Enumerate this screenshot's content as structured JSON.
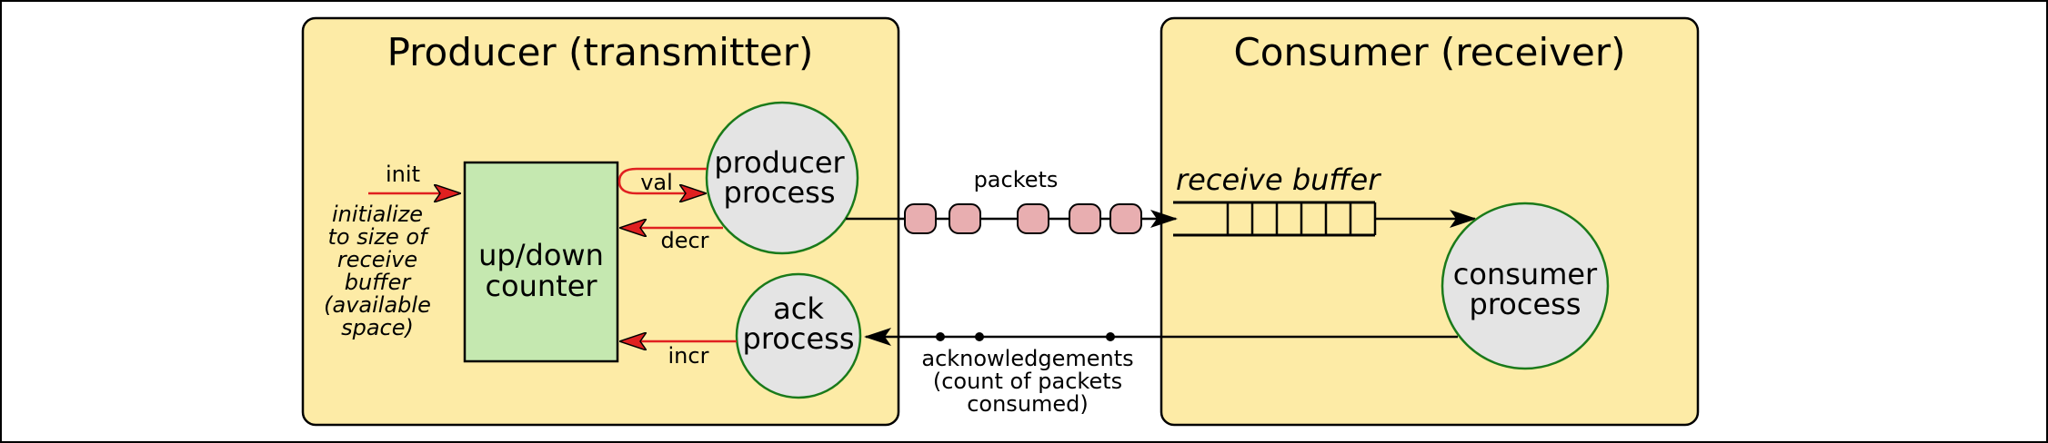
{
  "producer": {
    "title": "Producer (transmitter)",
    "counter_line1": "up/down",
    "counter_line2": "counter",
    "producer_process_line1": "producer",
    "producer_process_line2": "process",
    "ack_process_line1": "ack",
    "ack_process_line2": "process",
    "init_label": "init",
    "init_note": [
      "initialize",
      "to size of",
      "receive",
      "buffer",
      "(available",
      "space)"
    ],
    "val_label": "val",
    "decr_label": "decr",
    "incr_label": "incr"
  },
  "consumer": {
    "title": "Consumer (receiver)",
    "receive_buffer_label": "receive buffer",
    "consumer_process_line1": "consumer",
    "consumer_process_line2": "process"
  },
  "channel": {
    "packets_label": "packets",
    "ack_line1": "acknowledgements",
    "ack_line2": "(count of packets",
    "ack_line3": "consumed)"
  },
  "colors": {
    "panel_fill": "#fdeba6",
    "counter_fill": "#c5e8b0",
    "process_fill": "#e4e4e4",
    "process_stroke": "#1a7a1a",
    "packet_fill": "#e8aeb0",
    "control_arrow": "#e02020"
  }
}
